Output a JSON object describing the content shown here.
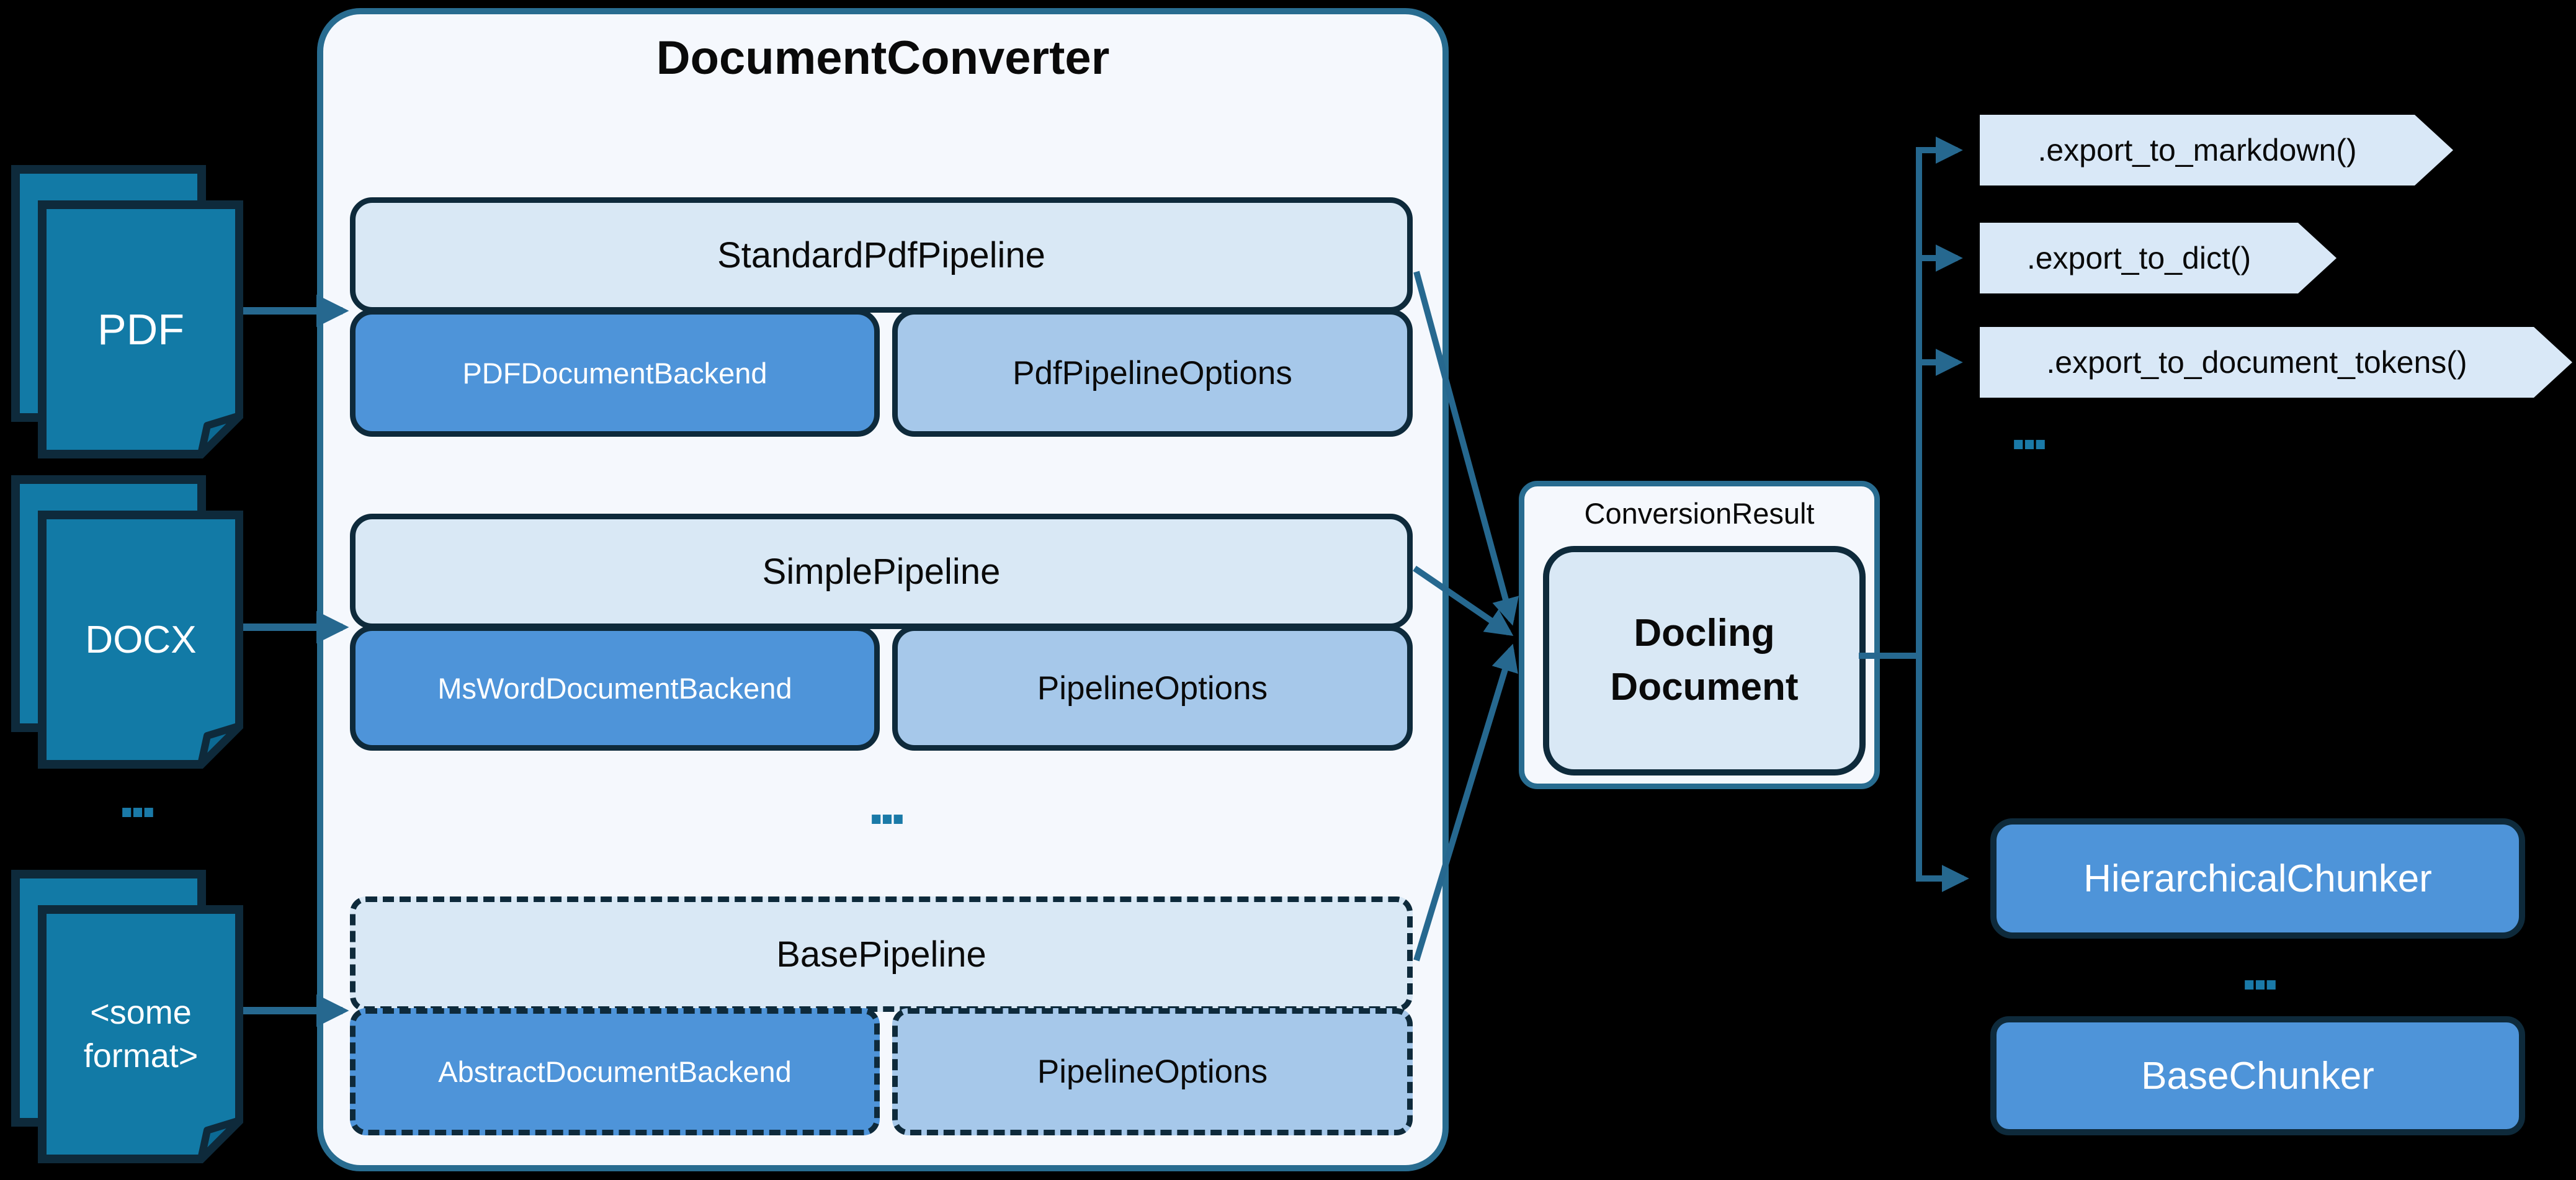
{
  "colors": {
    "background": "#000000",
    "container_fill": "#f5f8fd",
    "container_border_teal": "#286c90",
    "box_border_dark": "#0e2a3b",
    "pipeline_light_blue": "#d9e8f5",
    "backend_medium_blue": "#4e94d9",
    "options_pale_blue": "#a6c8ea",
    "document_icon_teal": "#127aa6",
    "arrow_teal": "#26688f",
    "dots_teal": "#1a7aa8"
  },
  "inputs": {
    "pdf": {
      "label": "PDF"
    },
    "docx": {
      "label": "DOCX"
    },
    "other": {
      "label": "<some format>"
    },
    "ellipsis": "..."
  },
  "converter": {
    "title": "DocumentConverter",
    "pipelines": [
      {
        "name": "StandardPdfPipeline",
        "backend": "PDFDocumentBackend",
        "options": "PdfPipelineOptions"
      },
      {
        "name": "SimplePipeline",
        "backend": "MsWordDocumentBackend",
        "options": "PipelineOptions"
      },
      {
        "name": "BasePipeline",
        "backend": "AbstractDocumentBackend",
        "options": "PipelineOptions"
      }
    ],
    "ellipsis": "..."
  },
  "result": {
    "label": "ConversionResult",
    "document": "Docling Document"
  },
  "exports": {
    "methods": [
      ".export_to_markdown()",
      ".export_to_dict()",
      ".export_to_document_tokens()"
    ],
    "ellipsis": "..."
  },
  "chunkers": {
    "hierarchical": "HierarchicalChunker",
    "base": "BaseChunker",
    "ellipsis": "..."
  }
}
